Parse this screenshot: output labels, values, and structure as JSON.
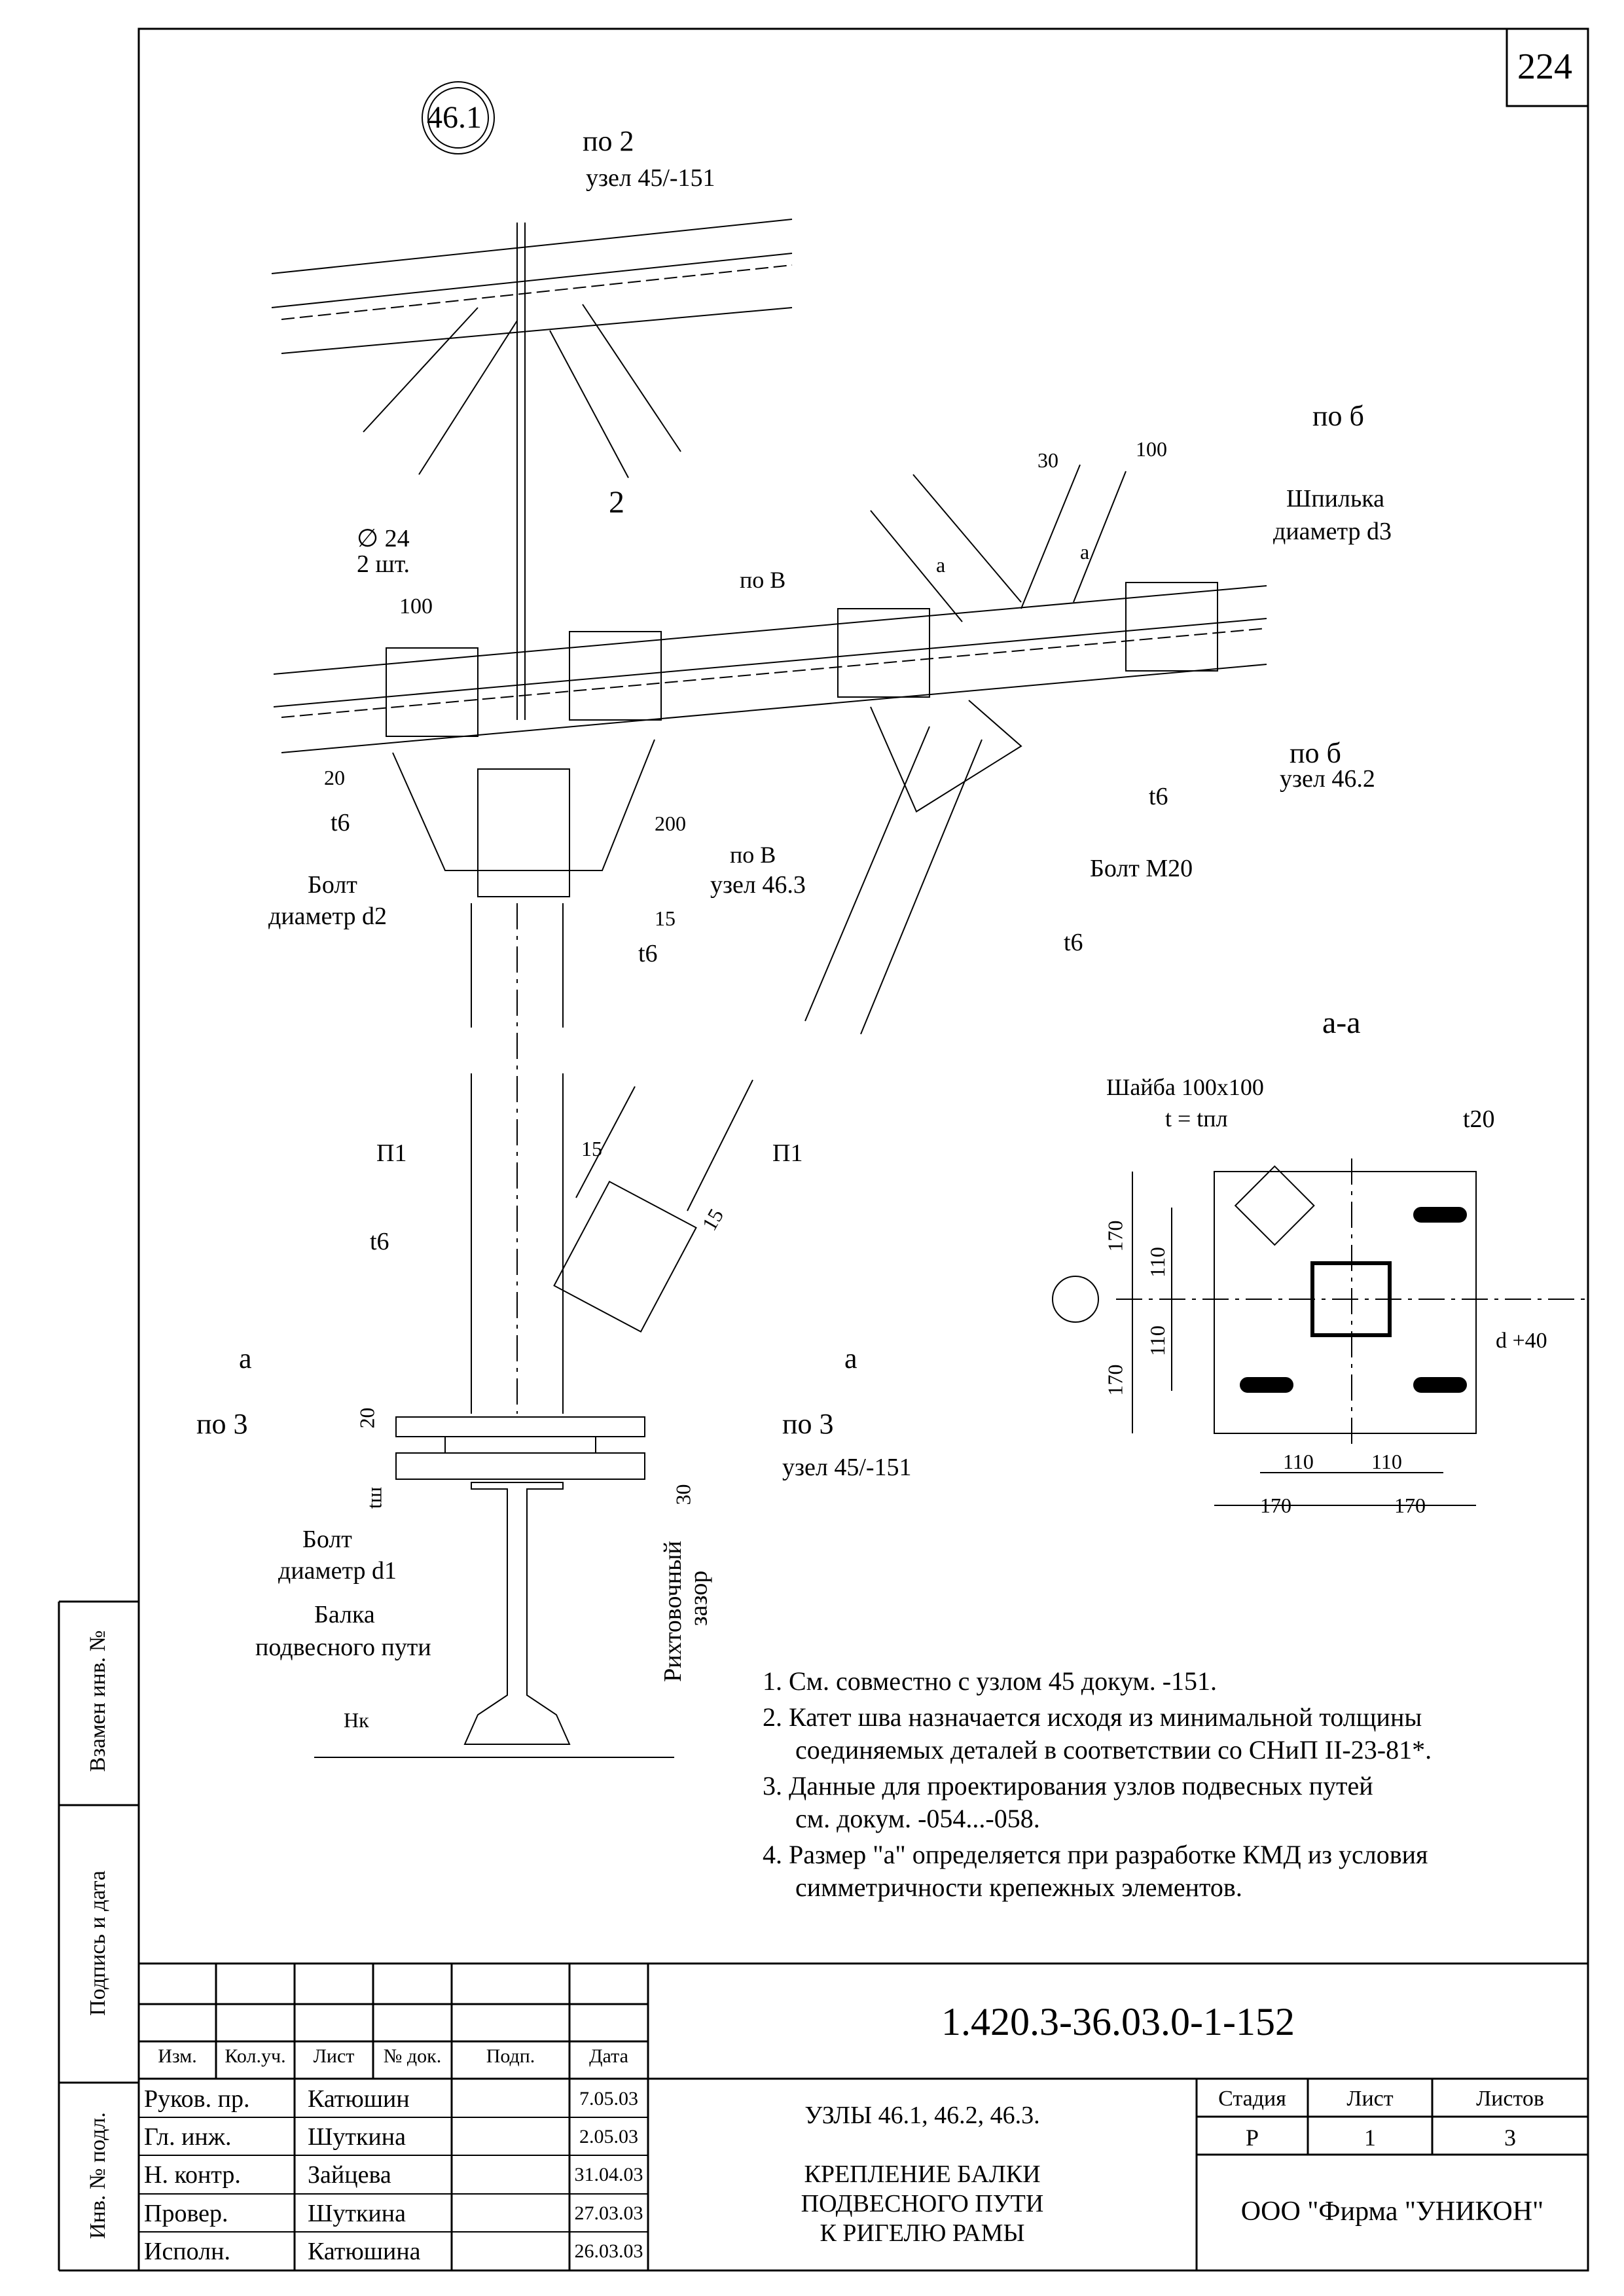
{
  "sheet_number": "224",
  "node_mark": "46.1",
  "drawing_labels": {
    "po2": "по 2",
    "uzel_45_151_top": "узел 45/-151",
    "diam24": "∅ 24",
    "two_pcs": "2 шт.",
    "dim100_left": "100",
    "section2": "2",
    "dim20_left": "20",
    "t6_left": "t6",
    "bolt_d2_1": "Болт",
    "bolt_d2_2": "диаметр d2",
    "dim200": "200",
    "dim15_a": "15",
    "t6_mid": "t6",
    "poV_1": "по B",
    "poV_2": "по B",
    "uzel_46_3": "узел 46.3",
    "dim30": "30",
    "dim100_top": "100",
    "a1": "а",
    "a2": "а",
    "shpilka_1": "Шпилька",
    "shpilka_2": "диаметр d3",
    "pob_top": "по б",
    "pob_bot": "по б",
    "uzel_46_2": "узел 46.2",
    "t6_right1": "t6",
    "bolt_m20": "Болт М20",
    "t6_right2": "t6",
    "P1_left": "П1",
    "P1_right": "П1",
    "dim15_b": "15",
    "dim15_c": "15",
    "t6_low": "t6",
    "a_left": "а",
    "a_right": "а",
    "po3_left": "по 3",
    "po3_right": "по 3",
    "uzel_45_151_bot": "узел 45/-151",
    "dim20_low": "20",
    "tsh": "tш",
    "dim30_low": "30",
    "rikht_1": "Рихтовочный",
    "rikht_2": "зазор",
    "bolt_d1_1": "Болт",
    "bolt_d1_2": "диаметр d1",
    "balka_1": "Балка",
    "balka_2": "подвесного пути",
    "Hk": "Hк",
    "section_aa": "а-а",
    "shaiba_1": "Шайба 100х100",
    "shaiba_2": "t = tпл",
    "t20": "t20",
    "d40": "d +40",
    "s170_v1": "170",
    "s170_v2": "170",
    "s110_v1": "110",
    "s110_v2": "110",
    "s110_h1": "110",
    "s110_h2": "110",
    "s170_h1": "170",
    "s170_h2": "170"
  },
  "notes": [
    "1. См. совместно с узлом 45 докум. -151.",
    "2. Катет шва назначается исходя из минимальной толщины",
    "соединяемых деталей в соответствии со СНиП II-23-81*.",
    "3. Данные для проектирования узлов подвесных путей",
    "см. докум. -054...-058.",
    "4. Размер \"а\" определяется при разработке КМД из условия",
    "симметричности крепежных элементов."
  ],
  "side_labels": {
    "vzamen": "Взамен инв. №",
    "podpis": "Подпись и дата",
    "inv": "Инв. № подл."
  },
  "title_block": {
    "doc_code": "1.420.3-36.03.0-1-152",
    "header": {
      "izm": "Изм.",
      "kol": "Кол.уч.",
      "list": "Лист",
      "ndok": "№ док.",
      "podp": "Подп.",
      "data": "Дата"
    },
    "people": [
      {
        "role": "Руков. пр.",
        "name": "Катюшин",
        "date": "7.05.03"
      },
      {
        "role": "Гл. инж.",
        "name": "Шуткина",
        "date": "2.05.03"
      },
      {
        "role": "Н. контр.",
        "name": "Зайцева",
        "date": "31.04.03"
      },
      {
        "role": "Провер.",
        "name": "Шуткина",
        "date": "27.03.03"
      },
      {
        "role": "Исполн.",
        "name": "Катюшина",
        "date": "26.03.03"
      }
    ],
    "nodes_title": "УЗЛЫ 46.1, 46.2, 46.3.",
    "desc": [
      "КРЕПЛЕНИЕ БАЛКИ",
      "ПОДВЕСНОГО ПУТИ",
      "К РИГЕЛЮ РАМЫ"
    ],
    "stage_label": "Стадия",
    "sheet_label": "Лист",
    "sheets_label": "Листов",
    "stage": "Р",
    "sheet": "1",
    "sheets": "3",
    "company": "ООО  \"Фирма \"УНИКОН\""
  }
}
